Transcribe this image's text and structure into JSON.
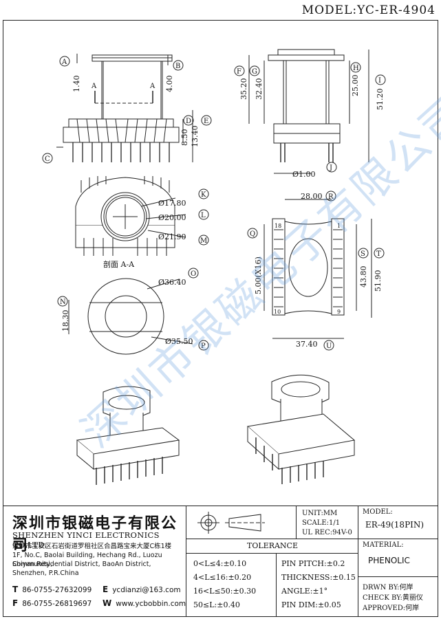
{
  "header": {
    "model_line": "MODEL:YC-ER-4904"
  },
  "dimensions": {
    "front": {
      "a_140": "1.40",
      "b_400": "4.00",
      "d_850": "8.50",
      "e_1340": "13.40",
      "section_a1": "A",
      "section_a2": "A",
      "labels": [
        "A",
        "B",
        "C",
        "D",
        "E"
      ]
    },
    "side": {
      "f_3520": "35.20",
      "g_3240": "32.40",
      "h_2500": "25.00",
      "i_5120": "51.20",
      "j_phi100": "Ø1.00",
      "labels": [
        "F",
        "G",
        "H",
        "I",
        "J"
      ]
    },
    "section": {
      "k": "Ø17.80",
      "l": "Ø20.00",
      "m": "Ø21.90",
      "caption": "剖面 A-A",
      "labels": [
        "K",
        "L",
        "M"
      ]
    },
    "top": {
      "o": "Ø36.40",
      "n_1830": "18.30",
      "p": "Ø35.50",
      "labels": [
        "N",
        "O",
        "P"
      ]
    },
    "bottom": {
      "r_2800": "28.00",
      "q_pitch": "5.00(X16)",
      "s_4380": "43.80",
      "t_5190": "51.90",
      "u_3740": "37.40",
      "pin_18": "18",
      "pin_1": "1",
      "pin_10": "10",
      "pin_9": "9",
      "labels": [
        "Q",
        "R",
        "S",
        "T",
        "U"
      ]
    }
  },
  "watermark": "深圳市银磁电子有限公司",
  "title_block": {
    "company_cn": "深圳市银磁电子有限公司",
    "company_en": "SHENZHEN YINCI ELECTRONICS CO,LTD.",
    "address": [
      "深圳市宝安区石岩街道罗租社区合昌路宝来大厦C栋1楼",
      "1F, No.C, Baolai Building, Hechang Rd., Luozu Community,",
      "Shiyan Residential District, BaoAn District,",
      "Shenzhen, P.R.China"
    ],
    "tel": "86-0755-27632099",
    "fax": "86-0755-26819697",
    "email": "ycdianzi@163.com",
    "web": "www.ycbobbin.com",
    "t_label": "T",
    "f_label": "F",
    "e_label": "E",
    "w_label": "W",
    "unit": "UNIT:MM",
    "scale": "SCALE:1/1",
    "ul": "UL REC:94V-0",
    "model_label": "MODEL:",
    "model_value": "ER-49(18PIN)",
    "material_label": "MATERIAL:",
    "material_value": "PHENOLIC",
    "tolerance_title": "TOLERANCE",
    "tolerance_left": [
      "0<L≤4:±0.10",
      "4<L≤16:±0.20",
      "16<L≤50:±0.30",
      "50≤L:±0.40"
    ],
    "tolerance_right": [
      "PIN PITCH:±0.2",
      "THICKNESS:±0.15",
      "ANGLE:±1°",
      "PIN DIM:±0.05"
    ],
    "drawn": "DRWN BY:何岸",
    "check": "CHECK BY:黄丽仪",
    "approved": "APPROVED:何岸"
  }
}
